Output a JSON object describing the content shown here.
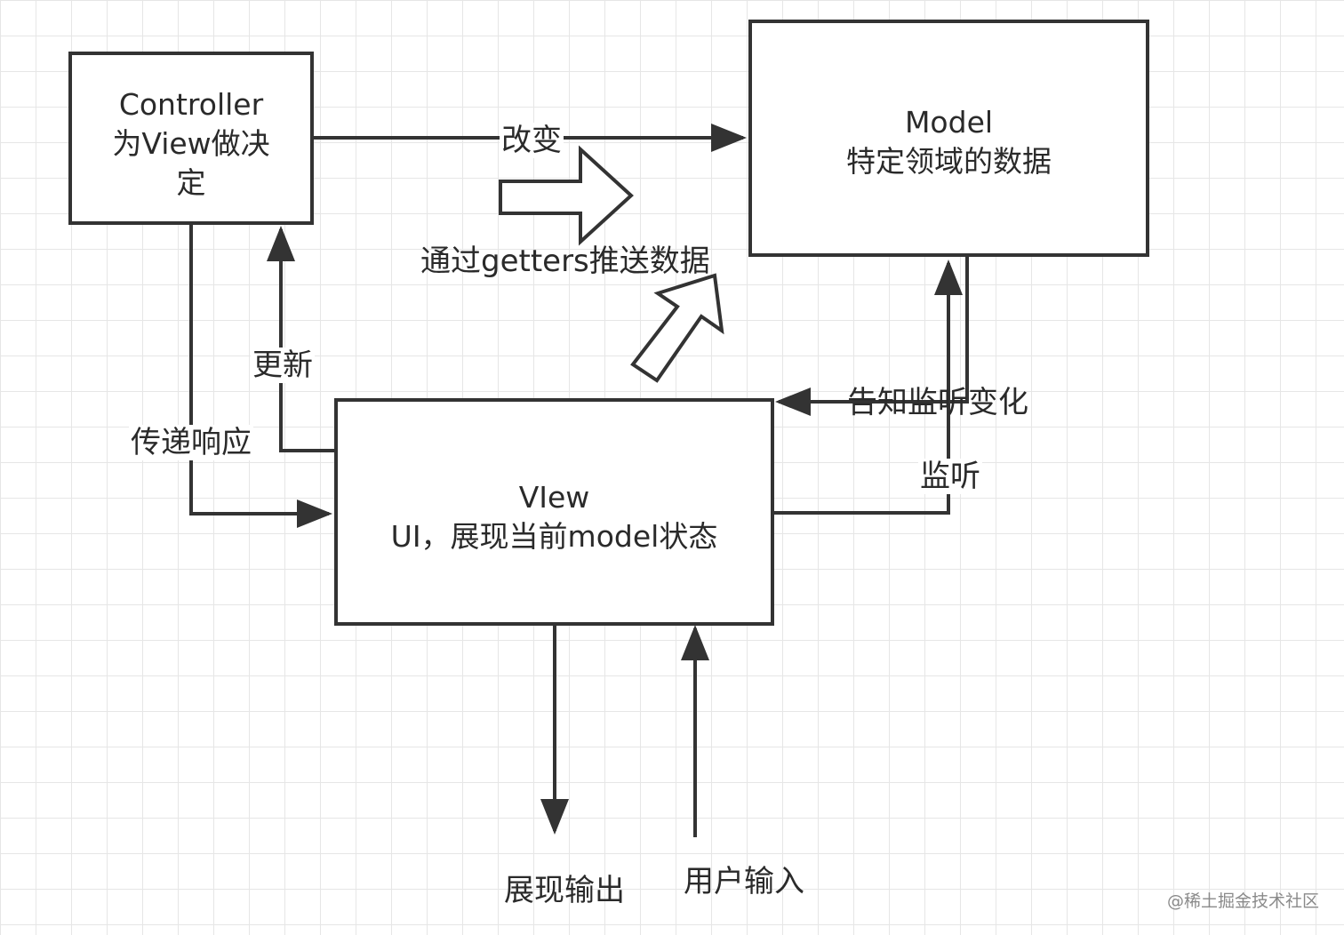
{
  "nodes": {
    "controller": {
      "line1": "Controller",
      "line2": "为View做决",
      "line3": "定"
    },
    "model": {
      "line1": "Model",
      "line2": "特定领域的数据"
    },
    "view": {
      "line1": "VIew",
      "line2": "UI，展现当前model状态"
    }
  },
  "edges": {
    "change": "改变",
    "push_getters": "通过getters推送数据",
    "update": "更新",
    "pass_response": "传递响应",
    "notify_change": "告知监听变化",
    "listen": "监听",
    "show_output": "展现输出",
    "user_input": "用户输入"
  },
  "watermark": "@稀土掘金技术社区",
  "colors": {
    "line": "#333333",
    "grid": "#e6e6e6",
    "background": "#ffffff"
  }
}
